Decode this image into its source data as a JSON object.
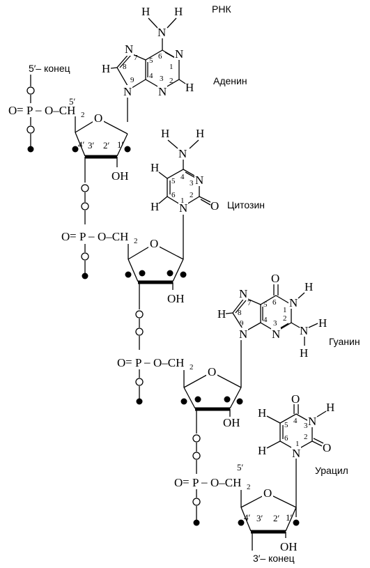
{
  "title": "РНК",
  "ends": {
    "five": "5′– конец",
    "three": "3′– конец"
  },
  "bases": {
    "adenine": "Аденин",
    "cytosine": "Цитозин",
    "guanine": "Гуанин",
    "uracil": "Урацил"
  },
  "groups": {
    "phosphate_p": "P",
    "oxygen": "O",
    "ch2": "O–CH",
    "ch2_sub": "2",
    "oh": "OH",
    "nitrogen": "N",
    "hydrogen": "H"
  },
  "primes": {
    "p5": "5′",
    "p4": "4′",
    "p3": "3′",
    "p2": "2′",
    "p1": "1′"
  }
}
